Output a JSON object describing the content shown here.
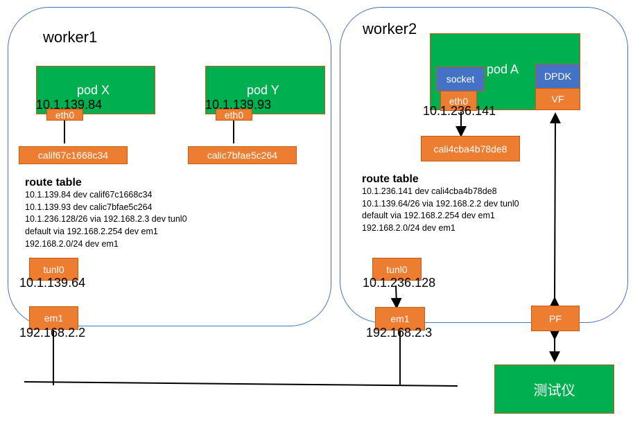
{
  "colors": {
    "pod": "#00b050",
    "interface": "#ed7d31",
    "socket": "#4472c4",
    "worker_border": "#4472c4"
  },
  "worker1": {
    "title": "worker1",
    "pod_x": {
      "label": "pod X",
      "eth": "eth0",
      "ip": "10.1.139.84",
      "veth": "calif67c1668c34"
    },
    "pod_y": {
      "label": "pod Y",
      "eth": "eth0",
      "ip": "10.1.139.93",
      "veth": "calic7bfae5c264"
    },
    "route_table": {
      "title": "route table",
      "lines": [
        "10.1.139.84 dev calif67c1668c34",
        "10.1.139.93 dev calic7bfae5c264",
        "10.1.236.128/26 via 192.168.2.3 dev tunl0",
        "default via 192.168.2.254 dev em1",
        "192.168.2.0/24 dev em1"
      ]
    },
    "tunl0": {
      "label": "tunl0",
      "ip": "10.1.139.64"
    },
    "em1": {
      "label": "em1",
      "ip": "192.168.2.2"
    }
  },
  "worker2": {
    "title": "worker2",
    "pod_a": {
      "label": "pod A",
      "socket": "socket",
      "eth": "eth0",
      "ip": "10.1.236.141",
      "dpdk": "DPDK",
      "vf": "VF",
      "veth": "cali4cba4b78de8"
    },
    "route_table": {
      "title": "route table",
      "lines": [
        "10.1.236.141 dev cali4cba4b78de8",
        "10.1.139.64/26 via 192.168.2.2 dev tunl0",
        "default via 192.168.2.254 dev em1",
        "192.168.2.0/24 dev em1"
      ]
    },
    "tunl0": {
      "label": "tunl0",
      "ip": "10.1.236.128"
    },
    "em1": {
      "label": "em1",
      "ip": "192.168.2.3"
    },
    "pf": {
      "label": "PF"
    }
  },
  "tester": {
    "label": "测试仪"
  }
}
